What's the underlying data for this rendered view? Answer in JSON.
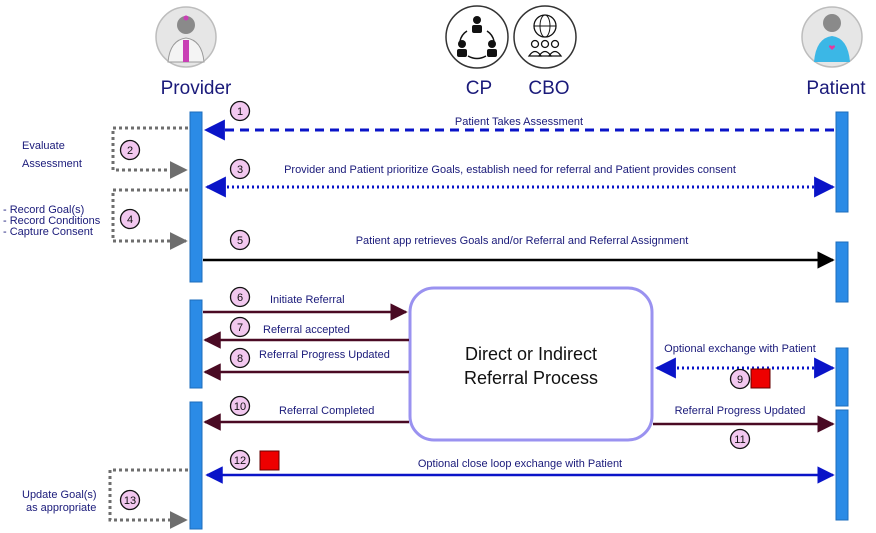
{
  "actors": {
    "provider": "Provider",
    "cp": "CP",
    "cbo": "CBO",
    "patient": "Patient"
  },
  "process": {
    "line1": "Direct or Indirect",
    "line2": "Referral Process"
  },
  "side_notes": {
    "evaluate_1": "Evaluate",
    "evaluate_2": "Assessment",
    "record_1": "- Record Goal(s)",
    "record_2": "- Record Conditions",
    "record_3": "- Capture Consent",
    "update_1": "Update Goal(s)",
    "update_2": "as appropriate"
  },
  "messages": {
    "m1": "Patient Takes Assessment",
    "m3": "Provider and Patient prioritize Goals, establish need for referral and Patient provides consent",
    "m5": "Patient app retrieves Goals and/or Referral and Referral Assignment",
    "m6": "Initiate Referral",
    "m7": "Referral accepted",
    "m8": "Referral Progress Updated",
    "m9": "Optional exchange with Patient",
    "m10": "Referral Completed",
    "m11": "Referral Progress Updated",
    "m12": "Optional close loop exchange with Patient"
  },
  "steps": {
    "s1": "1",
    "s2": "2",
    "s3": "3",
    "s4": "4",
    "s5": "5",
    "s6": "6",
    "s7": "7",
    "s8": "8",
    "s9": "9",
    "s10": "10",
    "s11": "11",
    "s12": "12",
    "s13": "13"
  },
  "colors": {
    "lifeline": "#2b8be6",
    "blue_arrow": "#0a14c8",
    "dark_arrow": "#4a0a24",
    "black_arrow": "#000000",
    "gray_dotted": "#6e6e6e",
    "step_fill": "#f2c8ef",
    "process_border": "#9a92f0",
    "marker_red": "#ee0000"
  },
  "icons": {
    "provider": "doctor-avatar-icon",
    "cp": "care-team-network-icon",
    "cbo": "community-organization-globe-icon",
    "patient": "patient-avatar-icon"
  }
}
